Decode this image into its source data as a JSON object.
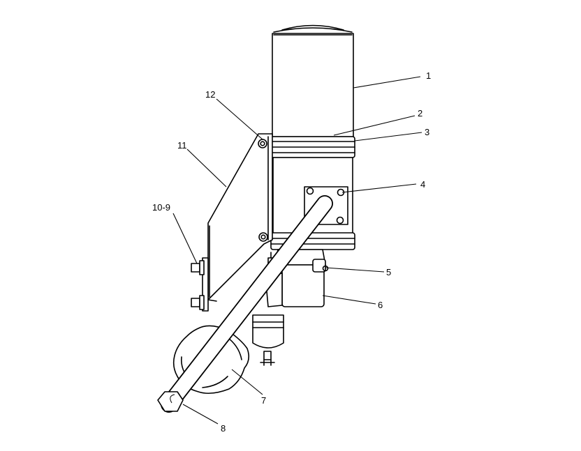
{
  "figure": {
    "callouts": [
      {
        "id": "c1",
        "label": "1"
      },
      {
        "id": "c2",
        "label": "2"
      },
      {
        "id": "c3",
        "label": "3"
      },
      {
        "id": "c4",
        "label": "4"
      },
      {
        "id": "c5",
        "label": "5"
      },
      {
        "id": "c6",
        "label": "6"
      },
      {
        "id": "c7",
        "label": "7"
      },
      {
        "id": "c8",
        "label": "8"
      },
      {
        "id": "c10_9",
        "label": "10-9"
      },
      {
        "id": "c11",
        "label": "11"
      },
      {
        "id": "c12",
        "label": "12"
      }
    ]
  }
}
